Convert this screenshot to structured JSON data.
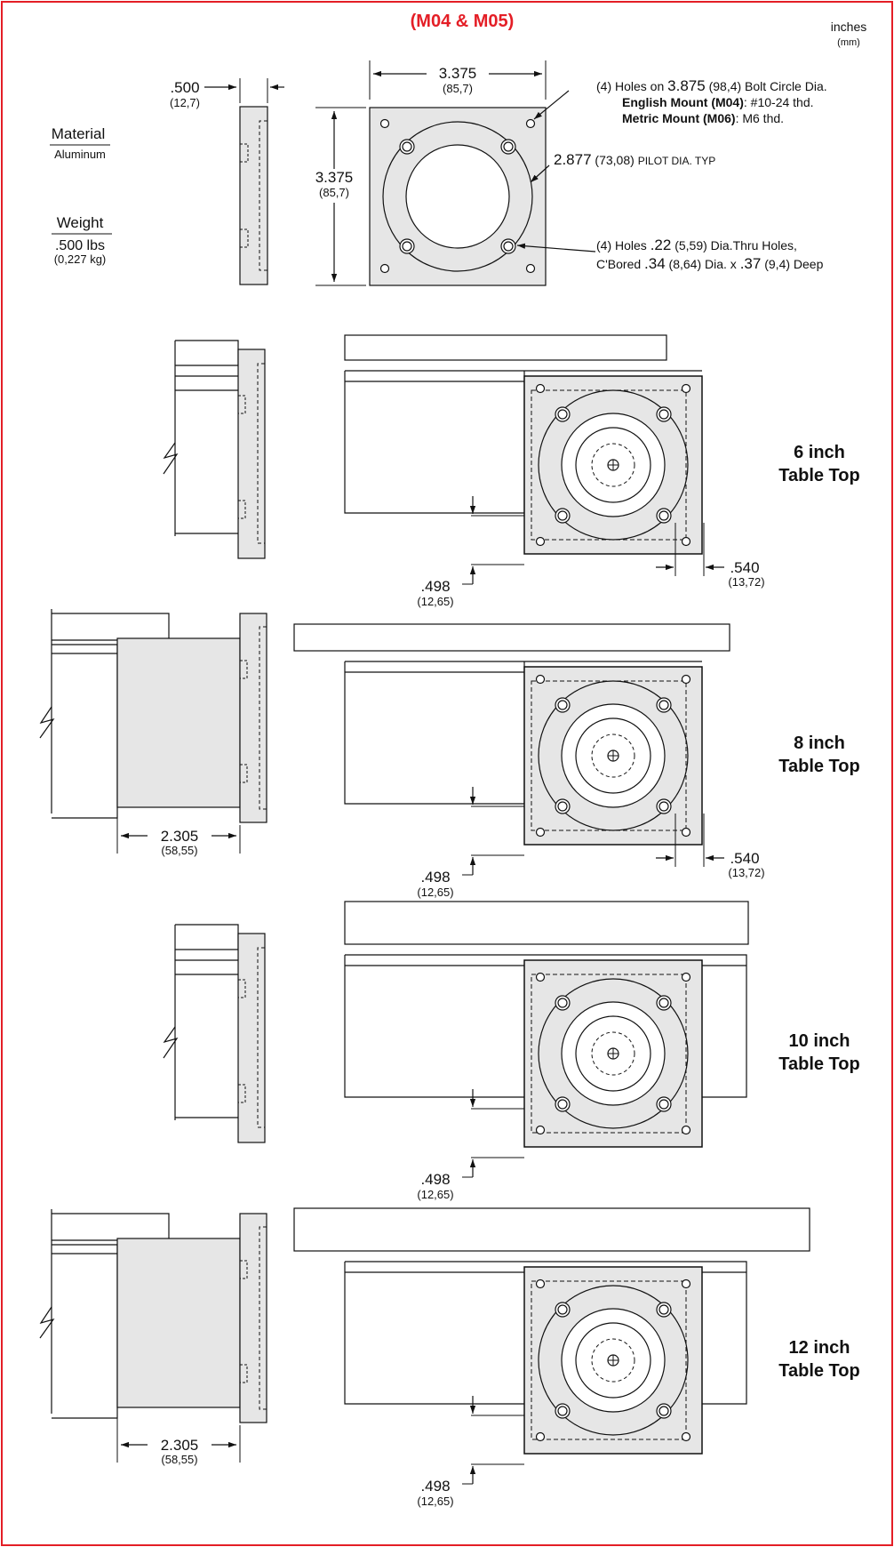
{
  "title": "(M04 & M05)",
  "units": {
    "primary": "inches",
    "secondary": "(mm)"
  },
  "colors": {
    "frame": "#e41e26",
    "title": "#e41e26",
    "part_fill": "#e6e6e6",
    "line": "#111111"
  },
  "material": {
    "label": "Material",
    "value": "Aluminum"
  },
  "weight": {
    "label": "Weight",
    "value": ".500  lbs",
    "metric": "(0,227  kg)"
  },
  "plate_dims": {
    "thickness": ".500",
    "thickness_mm": "(12,7)",
    "width": "3.375",
    "width_mm": "(85,7)",
    "height": "3.375",
    "height_mm": "(85,7)"
  },
  "callouts": {
    "bolt_holes": {
      "line1_a": "(4) Holes on ",
      "line1_b": "3.875",
      "line1_c": " (98,4) Bolt Circle Dia.",
      "english_label": "English Mount (M04)",
      "english_value": ":  #10-24 thd.",
      "metric_label": "Metric Mount (M06)",
      "metric_value": ":  M6 thd."
    },
    "pilot": {
      "value": "2.877",
      "rest": " (73,08) ",
      "note": "PILOT DIA. TYP"
    },
    "thru_holes": {
      "line1_a": "(4) Holes  ",
      "line1_b": ".22",
      "line1_c": " (5,59) Dia.Thru Holes,",
      "line2_a": "C'Bored  ",
      "line2_b": ".34",
      "line2_c": " (8,64) Dia. x ",
      "line2_d": ".37",
      "line2_e": " (9,4) Deep"
    }
  },
  "assemblies": [
    {
      "label_line1": "6 inch",
      "label_line2": "Table Top",
      "offset": ".498",
      "offset_mm": "(12,65)",
      "edge": ".540",
      "edge_mm": "(13,72)"
    },
    {
      "label_line1": "8 inch",
      "label_line2": "Table Top",
      "offset": ".498",
      "offset_mm": "(12,65)",
      "edge": ".540",
      "edge_mm": "(13,72)",
      "depth": "2.305",
      "depth_mm": "(58,55)"
    },
    {
      "label_line1": "10 inch",
      "label_line2": "Table Top",
      "offset": ".498",
      "offset_mm": "(12,65)"
    },
    {
      "label_line1": "12 inch",
      "label_line2": "Table Top",
      "offset": ".498",
      "offset_mm": "(12,65)",
      "depth": "2.305",
      "depth_mm": "(58,55)"
    }
  ]
}
